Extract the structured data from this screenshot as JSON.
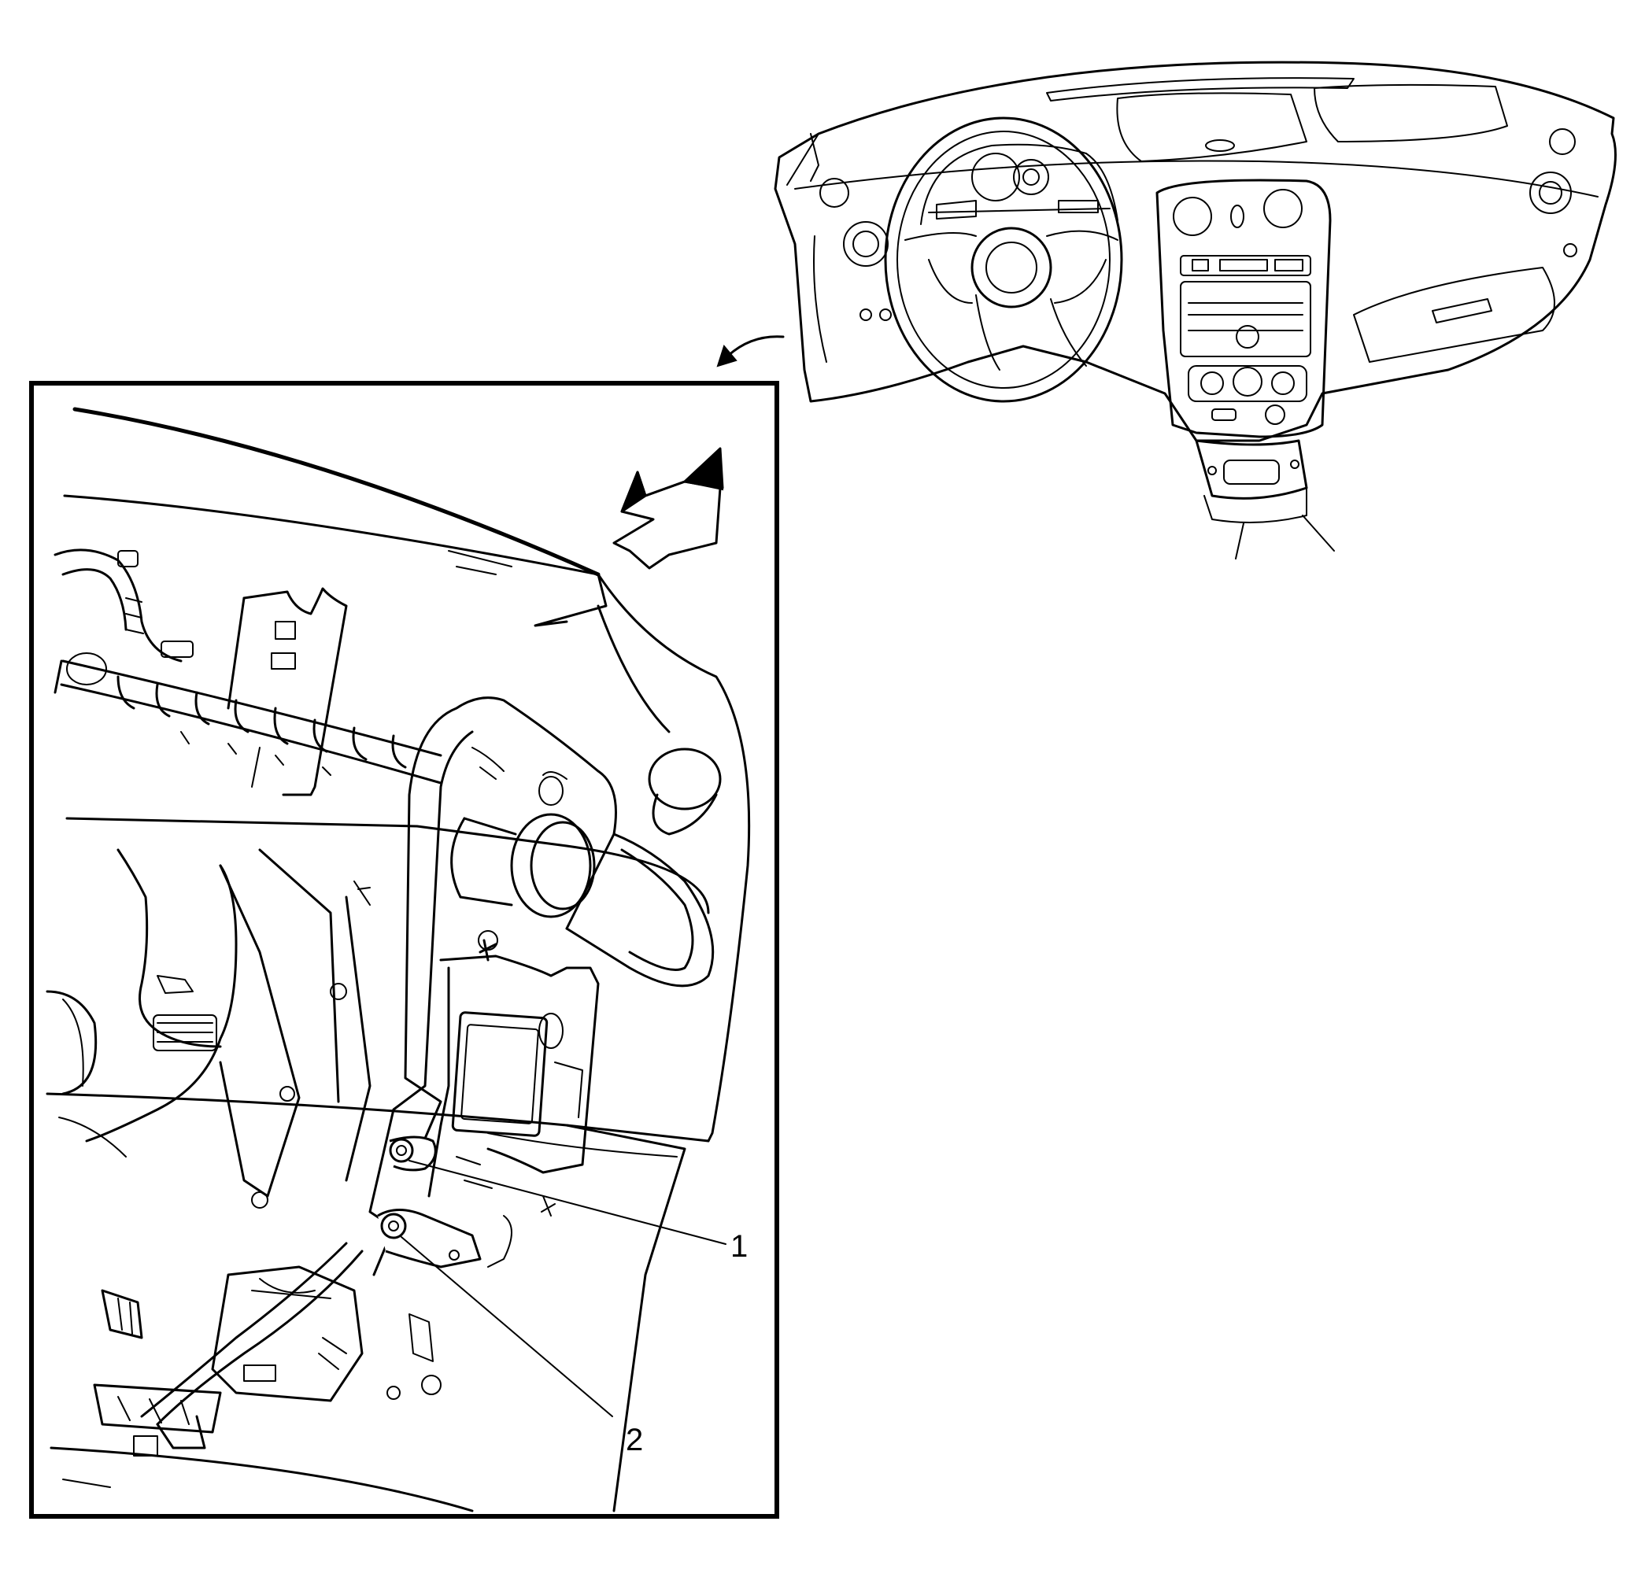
{
  "callouts": [
    {
      "number": "1",
      "part": "fastener-upper"
    },
    {
      "number": "2",
      "part": "fastener-lower"
    }
  ],
  "icons": {
    "view_arrow": "view-direction-arrow-icon",
    "detail_arrow": "detail-link-arrow-icon"
  },
  "colors": {
    "line": "#000000",
    "background": "#ffffff"
  }
}
